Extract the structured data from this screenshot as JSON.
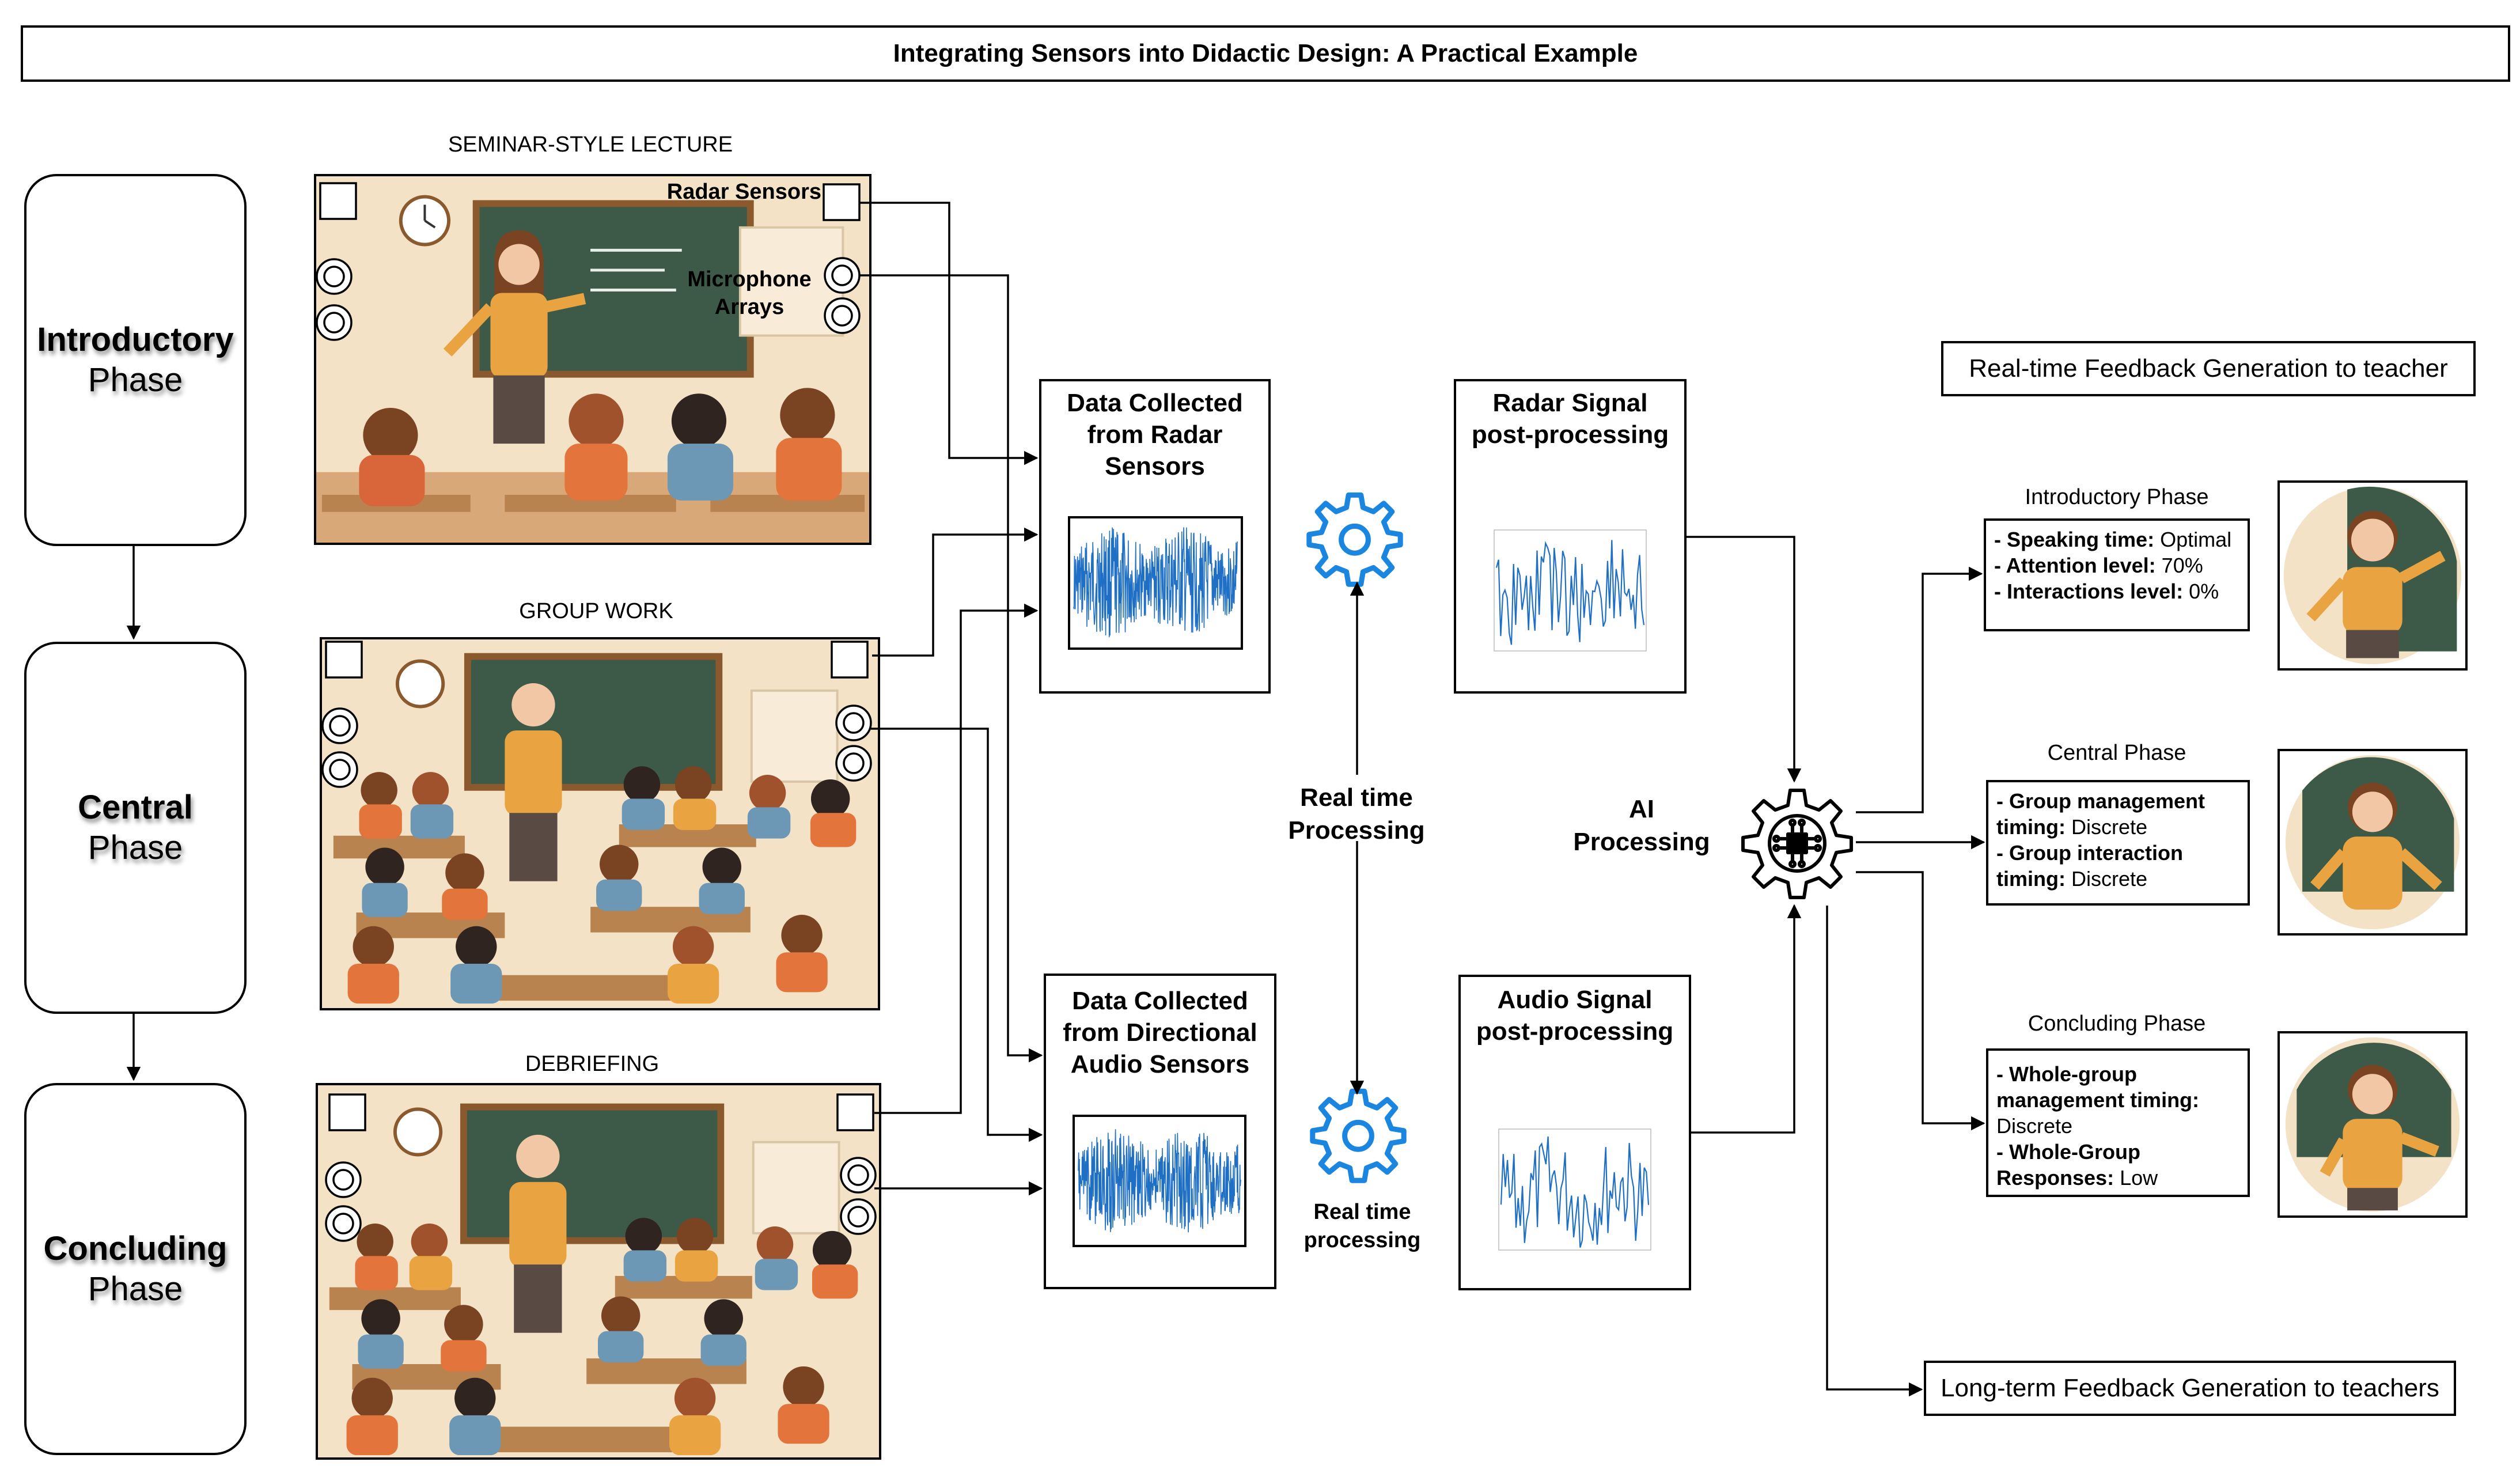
{
  "title": "Integrating Sensors into Didactic Design: A Practical Example",
  "phases": [
    {
      "line1": "Introductory",
      "line2": "Phase"
    },
    {
      "line1": "Central",
      "line2": "Phase"
    },
    {
      "line1": "Concluding",
      "line2": "Phase"
    }
  ],
  "scenes": [
    {
      "label": "SEMINAR-STYLE LECTURE"
    },
    {
      "label": "GROUP WORK"
    },
    {
      "label": "DEBRIEFING"
    }
  ],
  "sensor_labels": {
    "radar": "Radar Sensors",
    "mic_line1": "Microphone",
    "mic_line2": "Arrays"
  },
  "data_nodes": {
    "radar": {
      "line1": "Data Collected",
      "line2": "from Radar",
      "line3": "Sensors"
    },
    "audio": {
      "line1": "Data Collected",
      "line2": "from Directional",
      "line3": "Audio Sensors"
    }
  },
  "processing": {
    "realtime_upper_line1": "Real time",
    "realtime_upper_line2": "Processing",
    "realtime_lower_line1": "Real time",
    "realtime_lower_line2": "processing",
    "ai_line1": "AI",
    "ai_line2": "Processing"
  },
  "post_nodes": {
    "radar": {
      "line1": "Radar Signal",
      "line2": "post-processing"
    },
    "audio": {
      "line1": "Audio Signal",
      "line2": "post-processing"
    }
  },
  "realtime_feedback": "Real-time Feedback Generation to teacher",
  "longterm_feedback": "Long-term Feedback Generation to teachers",
  "feedback": {
    "intro": {
      "caption": "Introductory Phase",
      "l1_key": "- Speaking time:",
      "l1_val": " Optimal",
      "l2_key": "- Attention level:",
      "l2_val": " 70%",
      "l3_key": "- Interactions level:",
      "l3_val": " 0%"
    },
    "central": {
      "caption": "Central Phase",
      "l1_key": "- Group management",
      "l2_key": "timing:",
      "l2_val": " Discrete",
      "l3_key": "- Group interaction",
      "l4_key": "timing:",
      "l4_val": " Discrete"
    },
    "concluding": {
      "caption": "Concluding Phase",
      "l1_key": "- Whole-group",
      "l2_key": "management timing:",
      "l3_val": "Discrete",
      "l4_key": "- Whole-Group",
      "l5_key": "Responses:",
      "l5_val": " Low"
    }
  },
  "colors": {
    "gear": "#1a86e0",
    "wave": "#1f6fc4",
    "board": "#3c5a47",
    "wall": "#f4e2c6",
    "shirt": "#e9a441",
    "desk": "#b9834f"
  },
  "icons": {
    "gear": "gear-icon",
    "ai": "ai-chip-gear-icon",
    "radar_sensor": "radar-sensor-icon",
    "microphone": "microphone-array-icon"
  }
}
